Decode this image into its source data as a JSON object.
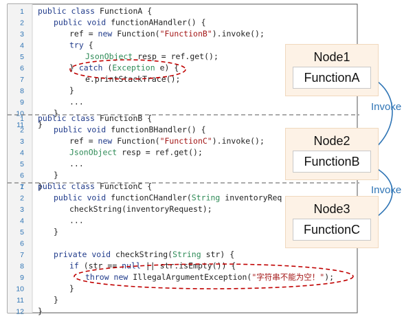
{
  "colors": {
    "line_number": "#2e74b5",
    "keyword": "#1f3a8a",
    "plain": "#222222",
    "string": "#a31515",
    "type": "#2e8b57",
    "dim": "#888888",
    "annotation": "#c00000",
    "invoke": "#2e74b5",
    "separator": "#777777",
    "node_fill": "#fdf2e6"
  },
  "sections": [
    {
      "name": "functionA",
      "lines": [
        {
          "n": "1",
          "indent": 0,
          "tokens": [
            [
              "kw",
              "public class "
            ],
            [
              "p",
              "FunctionA {"
            ]
          ]
        },
        {
          "n": "2",
          "indent": 1,
          "tokens": [
            [
              "kw",
              "public void "
            ],
            [
              "p",
              "functionAHandler() {"
            ]
          ]
        },
        {
          "n": "3",
          "indent": 2,
          "tokens": [
            [
              "p",
              "ref = "
            ],
            [
              "kw",
              "new "
            ],
            [
              "p",
              "Function("
            ],
            [
              "s",
              "\"FunctionB\""
            ],
            [
              "p",
              ").invoke();"
            ]
          ]
        },
        {
          "n": "4",
          "indent": 2,
          "tokens": [
            [
              "kw",
              "try "
            ],
            [
              "p",
              "{"
            ]
          ]
        },
        {
          "n": "5",
          "indent": 3,
          "tokens": [
            [
              "t",
              "JsonObject "
            ],
            [
              "p",
              "resp = ref.get();"
            ]
          ]
        },
        {
          "n": "6",
          "indent": 2,
          "tokens": [
            [
              "p",
              "} "
            ],
            [
              "kw",
              "catch "
            ],
            [
              "p",
              "("
            ],
            [
              "t",
              "Exception "
            ],
            [
              "p",
              "e) {"
            ]
          ]
        },
        {
          "n": "7",
          "indent": 3,
          "tokens": [
            [
              "p",
              "e.printStackTrace();"
            ]
          ]
        },
        {
          "n": "8",
          "indent": 2,
          "tokens": [
            [
              "p",
              "}"
            ]
          ]
        },
        {
          "n": "9",
          "indent": 2,
          "tokens": [
            [
              "p",
              "..."
            ]
          ]
        },
        {
          "n": "10",
          "indent": 1,
          "tokens": [
            [
              "p",
              "}"
            ]
          ]
        },
        {
          "n": "11",
          "indent": 0,
          "tokens": [
            [
              "p",
              "}"
            ]
          ]
        }
      ]
    },
    {
      "name": "functionB",
      "lines": [
        {
          "n": "1",
          "indent": 0,
          "tokens": [
            [
              "kw",
              "public class "
            ],
            [
              "p",
              "FunctionB {"
            ]
          ]
        },
        {
          "n": "2",
          "indent": 1,
          "tokens": [
            [
              "kw",
              "public void "
            ],
            [
              "p",
              "functionBHandler() {"
            ]
          ]
        },
        {
          "n": "3",
          "indent": 2,
          "tokens": [
            [
              "p",
              "ref = "
            ],
            [
              "kw",
              "new "
            ],
            [
              "p",
              "Function("
            ],
            [
              "s",
              "\"FunctionC\""
            ],
            [
              "p",
              ").invoke();"
            ]
          ]
        },
        {
          "n": "4",
          "indent": 2,
          "tokens": [
            [
              "t",
              "JsonObject "
            ],
            [
              "p",
              "resp = ref.get();"
            ]
          ]
        },
        {
          "n": "5",
          "indent": 2,
          "tokens": [
            [
              "p",
              "..."
            ]
          ]
        },
        {
          "n": "6",
          "indent": 1,
          "tokens": [
            [
              "p",
              "}"
            ]
          ]
        },
        {
          "n": "7",
          "indent": 0,
          "tokens": [
            [
              "p",
              "}"
            ]
          ]
        }
      ]
    },
    {
      "name": "functionC",
      "lines": [
        {
          "n": "1",
          "indent": 0,
          "tokens": [
            [
              "kw",
              "public class "
            ],
            [
              "p",
              "FunctionC {"
            ]
          ]
        },
        {
          "n": "2",
          "indent": 1,
          "tokens": [
            [
              "kw",
              "public void "
            ],
            [
              "p",
              "functionCHandler("
            ],
            [
              "t",
              "String "
            ],
            [
              "p",
              "inventoryReq"
            ]
          ]
        },
        {
          "n": "3",
          "indent": 2,
          "tokens": [
            [
              "p",
              "checkString(inventoryRequest);"
            ]
          ]
        },
        {
          "n": "4",
          "indent": 2,
          "tokens": [
            [
              "p",
              "..."
            ]
          ]
        },
        {
          "n": "5",
          "indent": 1,
          "tokens": [
            [
              "p",
              "}"
            ]
          ]
        },
        {
          "n": "6",
          "indent": 0,
          "tokens": []
        },
        {
          "n": "7",
          "indent": 1,
          "tokens": [
            [
              "kw",
              "private void "
            ],
            [
              "p",
              "checkString("
            ],
            [
              "t",
              "String "
            ],
            [
              "p",
              "str) {"
            ]
          ]
        },
        {
          "n": "8",
          "indent": 2,
          "tokens": [
            [
              "kw",
              "if "
            ],
            [
              "p",
              "(str == "
            ],
            [
              "kw",
              "null "
            ],
            [
              "p",
              "|| str.isEmpty()) {"
            ]
          ]
        },
        {
          "n": "9",
          "indent": 3,
          "tokens": [
            [
              "kw",
              "throw new "
            ],
            [
              "p",
              "IllegalArgumentException("
            ],
            [
              "s",
              "\"字符串不能为空！\""
            ],
            [
              "p",
              ");"
            ]
          ]
        },
        {
          "n": "10",
          "indent": 2,
          "tokens": [
            [
              "p",
              "}"
            ]
          ]
        },
        {
          "n": "11",
          "indent": 1,
          "tokens": [
            [
              "p",
              "}"
            ]
          ]
        },
        {
          "n": "12",
          "indent": 0,
          "tokens": [
            [
              "p",
              "}"
            ]
          ]
        }
      ]
    }
  ],
  "nodes": [
    {
      "title": "Node1",
      "function": "FunctionA"
    },
    {
      "title": "Node2",
      "function": "FunctionB"
    },
    {
      "title": "Node3",
      "function": "FunctionC"
    }
  ],
  "invoke_labels": [
    "Invoke",
    "Invoke"
  ]
}
